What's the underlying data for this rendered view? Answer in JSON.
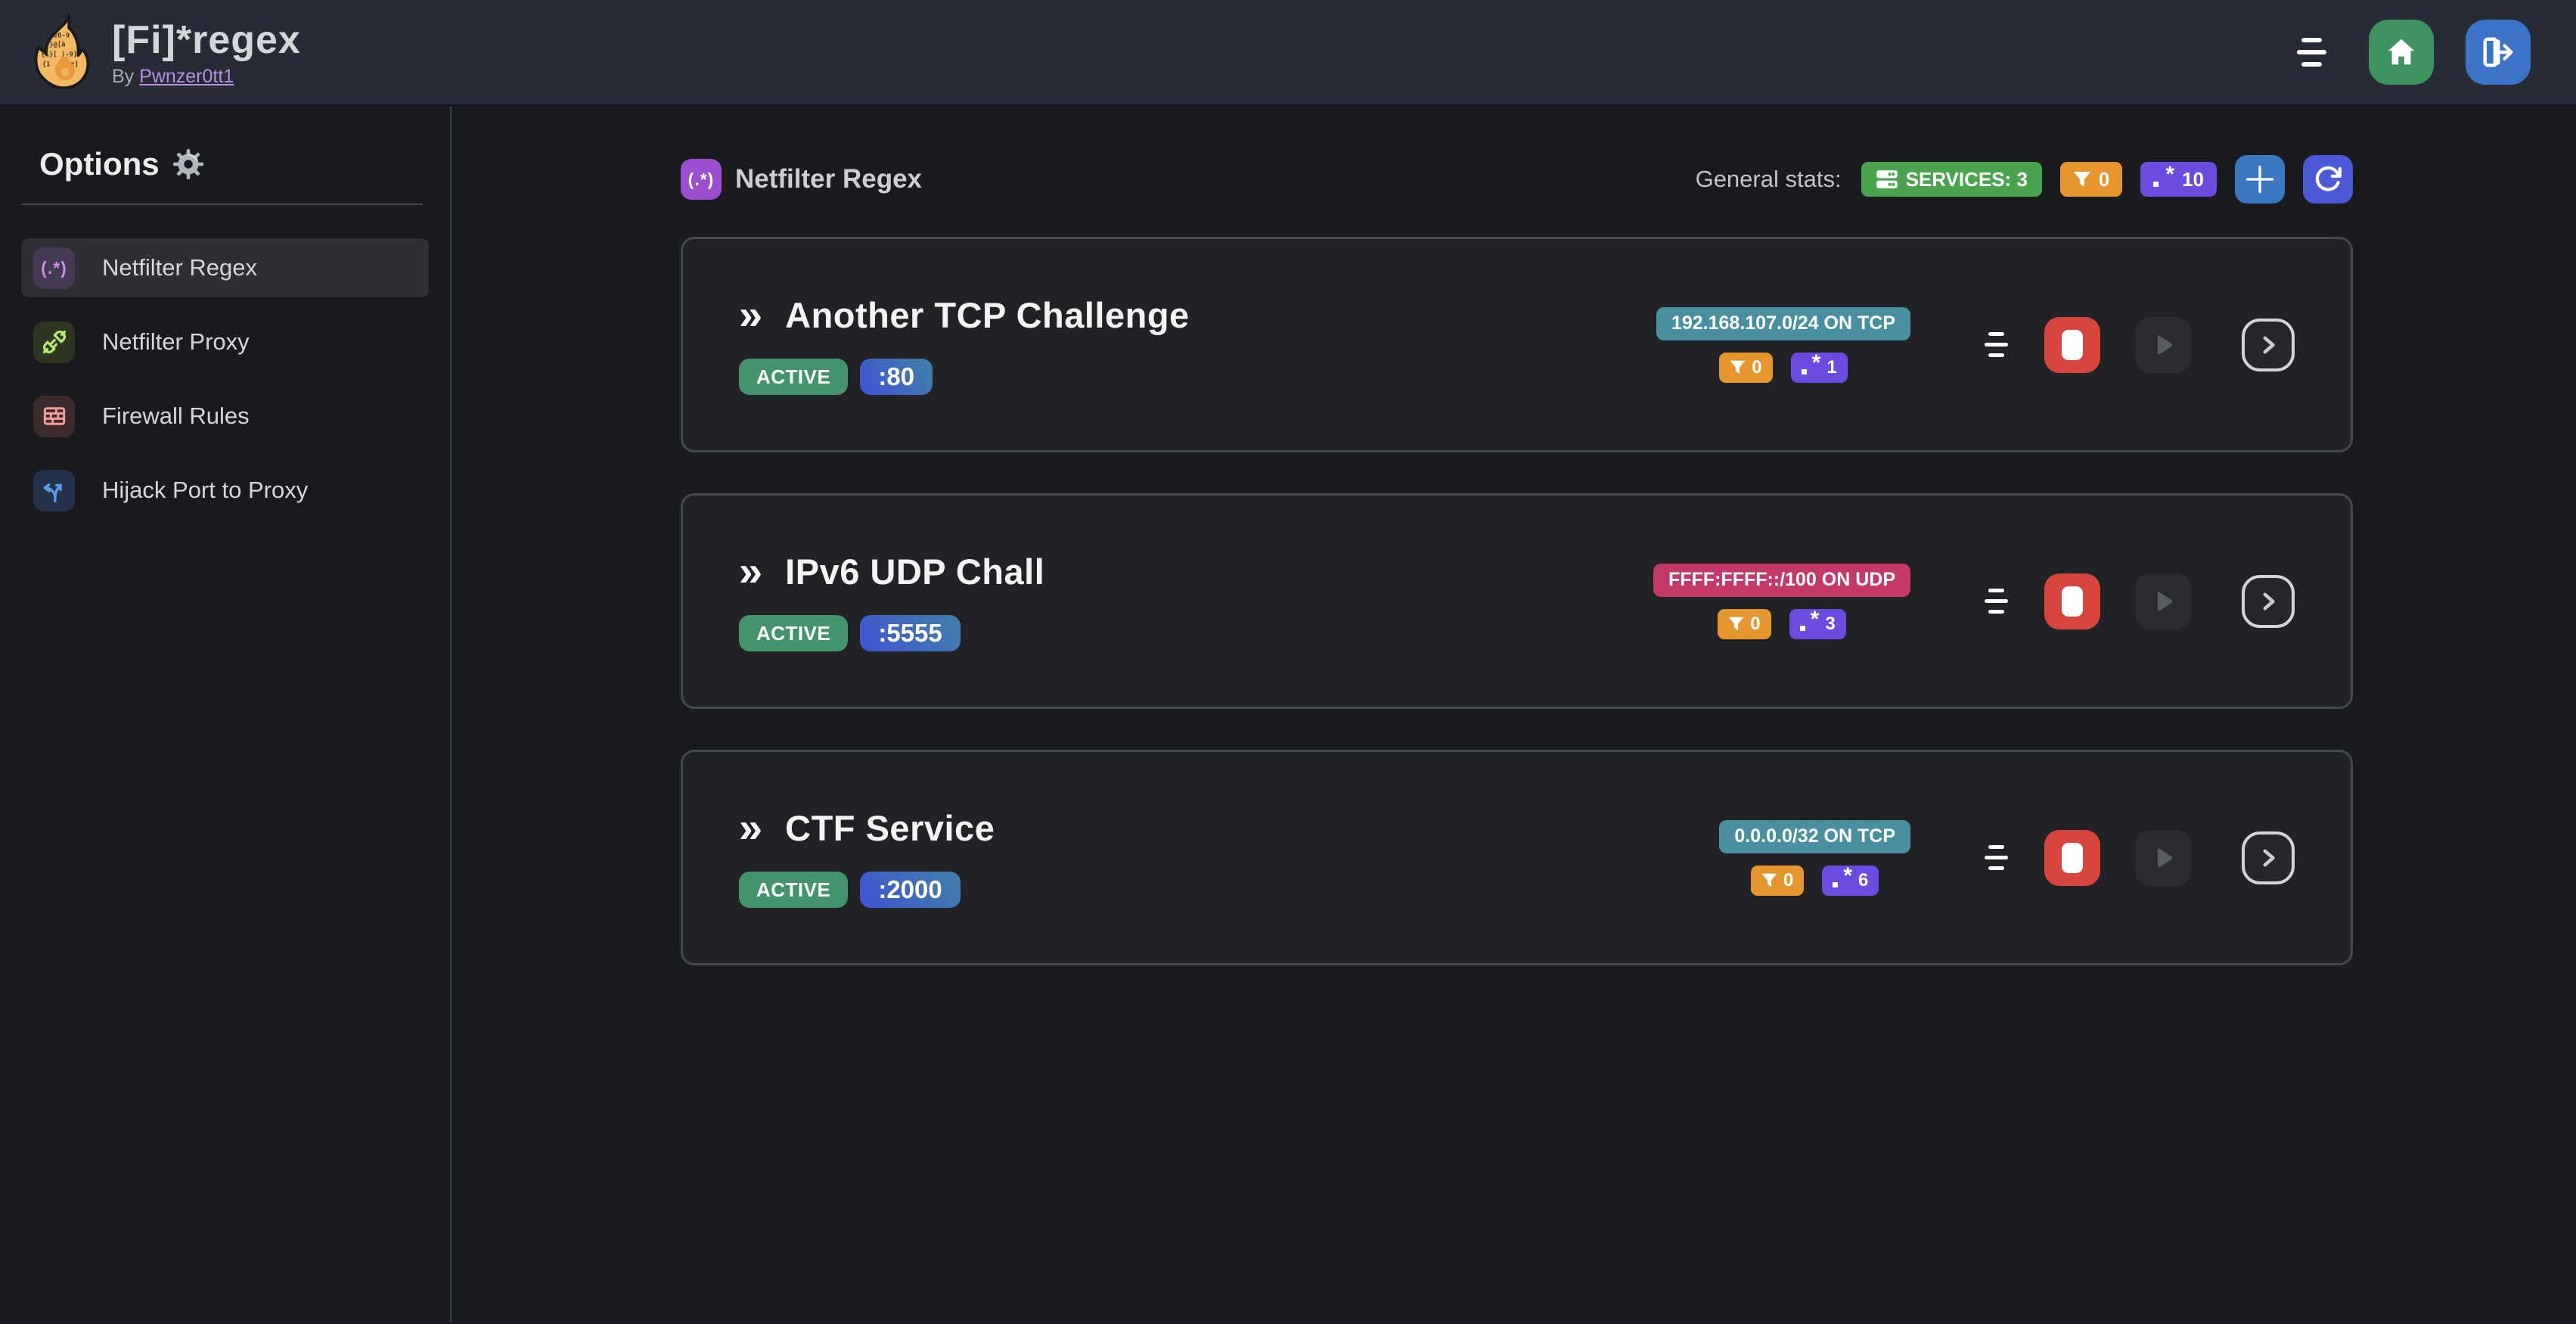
{
  "header": {
    "title": "[Fi]*regex",
    "byline_prefix": "By",
    "byline_author": "Pwnzer0tt1"
  },
  "sidebar": {
    "heading": "Options",
    "items": [
      {
        "label": "Netfilter Regex",
        "icon": "regex-icon",
        "icon_text": "(.*)",
        "active": true
      },
      {
        "label": "Netfilter Proxy",
        "icon": "plug-icon",
        "active": false
      },
      {
        "label": "Firewall Rules",
        "icon": "bricks-icon",
        "active": false
      },
      {
        "label": "Hijack Port to Proxy",
        "icon": "split-arrows-icon",
        "active": false
      }
    ]
  },
  "main": {
    "section_icon_text": "(.*)",
    "section_title": "Netfilter Regex",
    "stats_label": "General stats:",
    "stats": {
      "services": "SERVICES: 3",
      "filters": "0",
      "regexes": "10"
    },
    "services": [
      {
        "name": "Another TCP Challenge",
        "status": "ACTIVE",
        "port": ":80",
        "network": "192.168.107.0/24 ON TCP",
        "filters": "0",
        "regexes": "1"
      },
      {
        "name": "IPv6 UDP Chall",
        "status": "ACTIVE",
        "port": ":5555",
        "network": "FFFF:FFFF::/100 ON UDP",
        "filters": "0",
        "regexes": "3"
      },
      {
        "name": "CTF Service",
        "status": "ACTIVE",
        "port": ":2000",
        "network": "0.0.0.0/32 ON TCP",
        "filters": "0",
        "regexes": "6"
      }
    ]
  },
  "colors": {
    "page-bg": "#1a1b1f",
    "header-bg": "#262b36",
    "sidebar-bg": "#191a1e",
    "card-bg": "#212226",
    "card-border": "#45484e",
    "divider": "#3e4146",
    "active-item": "#2d2f34",
    "green": "#4aa34e",
    "green-dark": "#43946a",
    "orange": "#e6962f",
    "purple": "#6c4ce0",
    "teal": "#4890a0",
    "pink": "#c23a65",
    "red": "#d8453e",
    "blue": "#3a78c2",
    "indigo": "#4c5ad8",
    "port-blue": "#4156d2",
    "port-teal": "#3f7fa8",
    "home-green": "#3e9361",
    "logout-blue": "#3c74ca",
    "chip-purple": "#9b4fd0",
    "link": "#b791e0"
  }
}
